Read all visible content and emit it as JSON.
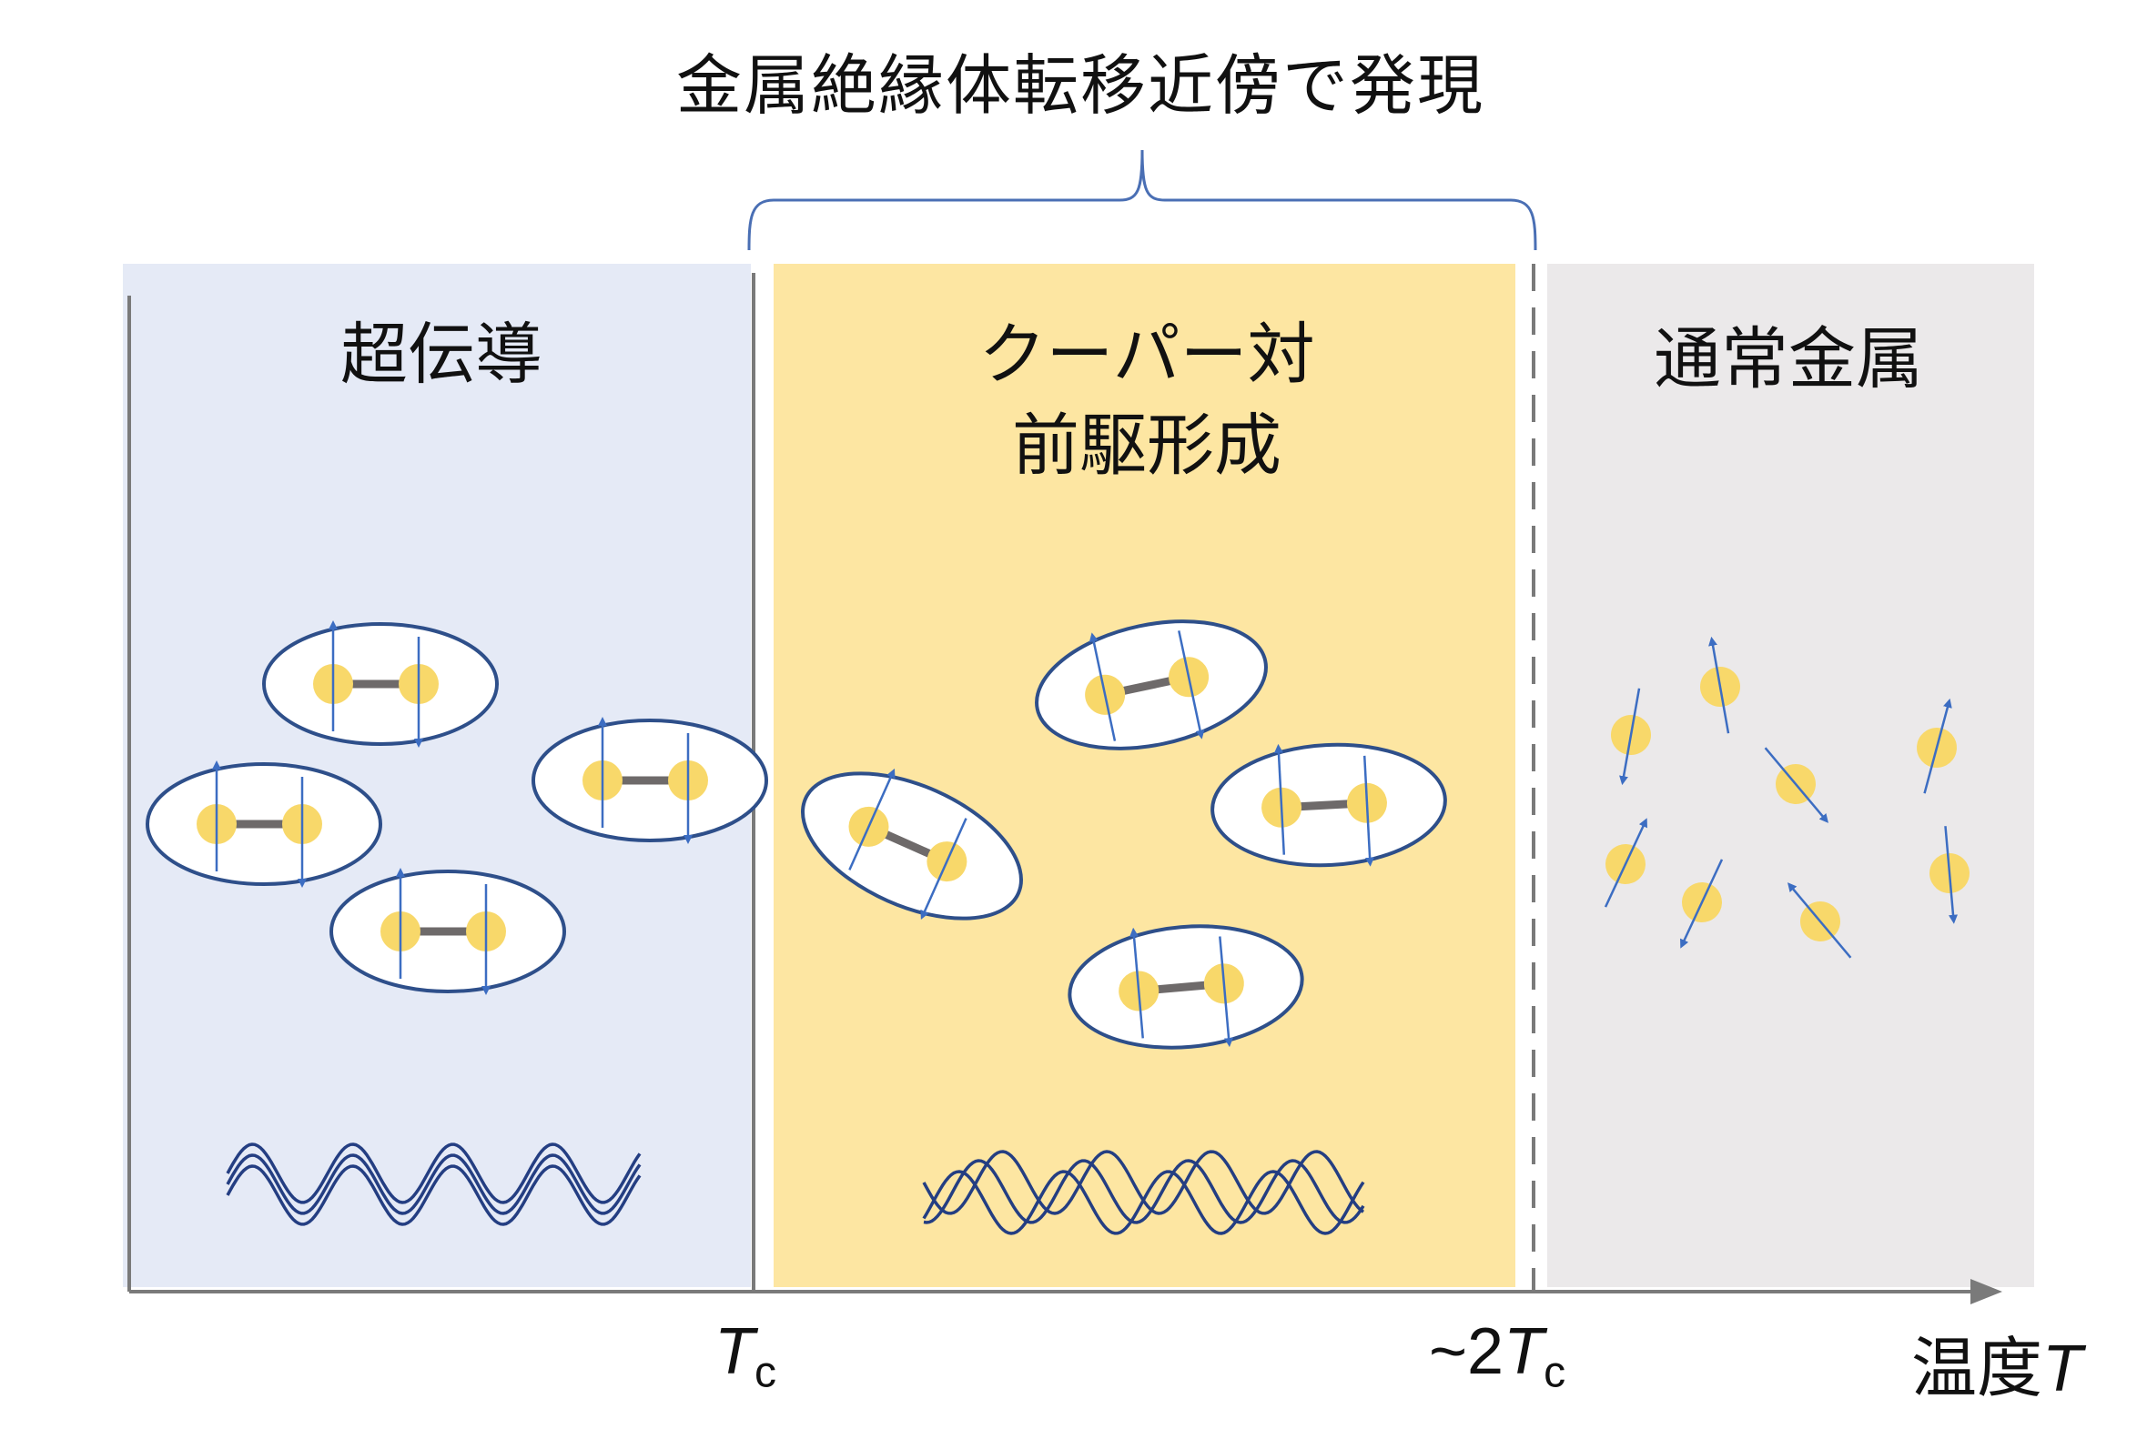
{
  "title": "金属絶縁体転移近傍で発現",
  "phases": [
    {
      "label": "超伝導"
    },
    {
      "label_line1": "クーパー対",
      "label_line2": "前駆形成"
    },
    {
      "label": "通常金属"
    }
  ],
  "axis": {
    "tc_var": "T",
    "tc_sub": "c",
    "tc2_prefix": "~2",
    "tc2_var": "T",
    "tc2_sub": "c",
    "temp_prefix": "温度",
    "temp_var": "T"
  },
  "colors": {
    "superconducting_bg": "#e5eaf6",
    "pseudogap_bg": "#fde6a2",
    "normal_bg": "#ebe9ea",
    "ellipse_stroke": "#2e4f8a",
    "electron": "#f8d86a",
    "spin_arrow": "#3c6dc2",
    "pair_bond": "#6e6a6a",
    "axis": "#7a7a7a",
    "bracket": "#4a6fb4",
    "wave": "#243e82"
  },
  "icons": [
    "cooper-pair-icon",
    "electron-spin-icon",
    "wave-icon",
    "bracket-icon",
    "axis-arrow-icon"
  ]
}
